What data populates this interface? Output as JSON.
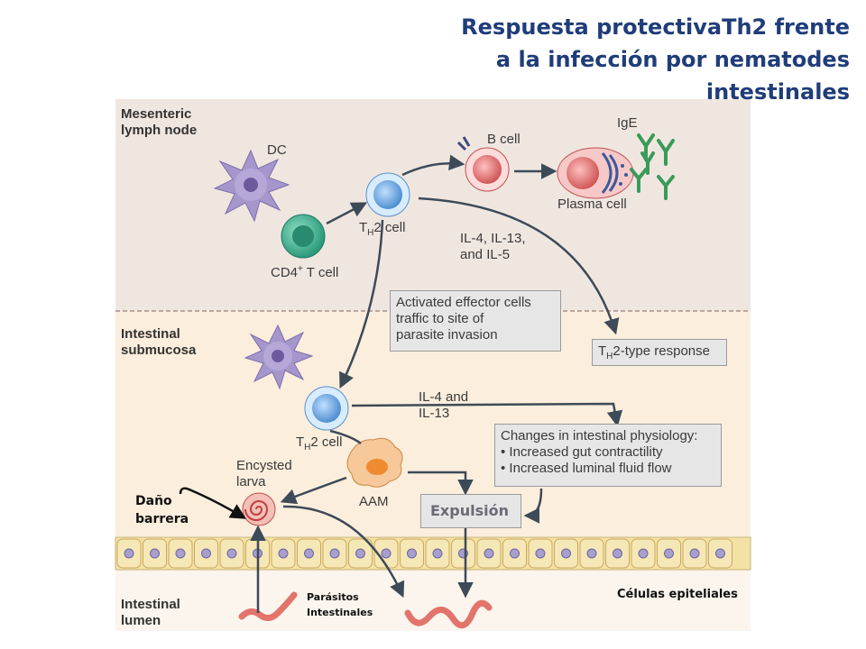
{
  "title": {
    "line1": "Respuesta  protectivaTh2 frente",
    "line2": "a la infección por nematodes",
    "line3": "intestinales"
  },
  "regions": {
    "mln_line1": "Mesenteric",
    "mln_line2": "lymph node",
    "sub_line1": "Intestinal",
    "sub_line2": "submucosa",
    "lumen_line1": "Intestinal",
    "lumen_line2": "lumen"
  },
  "cells": {
    "dc": "DC",
    "cd4_pre": "CD4",
    "cd4_sup": "+",
    "cd4_post": " T cell",
    "th2_pre": "T",
    "th2_sub": "H",
    "th2_post": "2 cell",
    "bcell": "B cell",
    "ige": "IgE",
    "plasma": "Plasma cell",
    "aam": "AAM",
    "larva_line1": "Encysted",
    "larva_line2": "larva"
  },
  "labels": {
    "cytokines1_l1": "IL-4, IL-13,",
    "cytokines1_l2": "and IL-5",
    "cytokines2_l1": "IL-4 and",
    "cytokines2_l2": "IL-13",
    "traffic_l1": "Activated effector cells",
    "traffic_l2": "traffic to site of",
    "traffic_l3": "parasite invasion",
    "th2resp_pre": "T",
    "th2resp_sub": "H",
    "th2resp_post": "2-type response",
    "changes_l1": "Changes in intestinal physiology:",
    "changes_l2": "• Increased gut contractility",
    "changes_l3": "• Increased luminal fluid flow"
  },
  "annotations": {
    "dano_l1": "Daño",
    "dano_l2": "barrera",
    "expulsion": "Expulsión",
    "parasitos_l1": "Parásitos",
    "parasitos_l2": "Intestinales",
    "epiteliales": "Células epiteliales"
  },
  "colors": {
    "title": "#1f3d7a",
    "mln_bg": "#f0e6e0",
    "sub_bg": "#fbeedd",
    "dc": "#9c8cc4",
    "th2": "#6aa8e0",
    "cd4": "#3fae94",
    "bcell": "#e07070",
    "ige": "#3a9a5a",
    "aam": "#f0a040",
    "worm": "#e2746c",
    "epithelium": "#f3e2a6"
  }
}
